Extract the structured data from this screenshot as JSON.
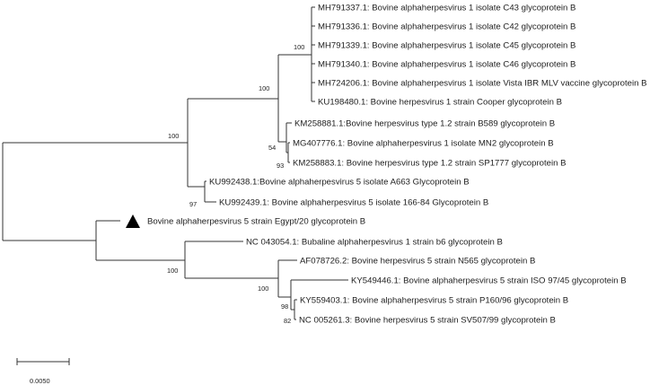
{
  "colors": {
    "branch": "#333333",
    "marker": "#000000"
  },
  "taxa": [
    "MH791337.1: Bovine alphaherpesvirus 1 isolate C43 glycoprotein B",
    "MH791336.1: Bovine alphaherpesvirus 1 isolate C42 glycoprotein B",
    "MH791339.1: Bovine alphaherpesvirus 1 isolate C45 glycoprotein B",
    "MH791340.1: Bovine alphaherpesvirus 1 isolate C46 glycoprotein B",
    "MH724206.1: Bovine alphaherpesvirus 1 isolate Vista IBR MLV vaccine glycoprotein B",
    "KU198480.1: Bovine herpesvirus 1 strain Cooper glycoprotein B",
    "KM258881.1:Bovine herpesvirus type 1.2 strain B589 glycoprotein B",
    "MG407776.1: Bovine alphaherpesvirus 1 isolate MN2 glycoprotein B",
    "KM258883.1: Bovine herpesvirus type 1.2 strain SP1777 glycoprotein B",
    "KU992438.1:Bovine alphaherpesvirus 5 isolate A663 Glycoprotein B",
    "KU992439.1: Bovine alphaherpesvirus 5 isolate 166-84 Glycoprotein B",
    "Bovine alphaherpesvirus 5 strain Egypt/20 glycoprotein B",
    "NC 043054.1: Bubaline alphaherpesvirus 1 strain b6 glycoprotein B",
    "AF078726.2: Bovine herpesvirus 5 strain N565 glycoprotein B",
    "KY549446.1: Bovine alphaherpesvirus 5 strain ISO 97/45 glycoprotein B",
    "KY559403.1: Bovine alphaherpesvirus 5 strain P160/96 glycoprotein B",
    "NC 005261.3: Bovine herpesvirus 5 strain SV507/99 glycoprotein B"
  ],
  "bootstrap": {
    "root_upper": "100",
    "bhv1_clade": "100",
    "bhv1_group1": "100",
    "bhv1_group2": "54",
    "bhv1_subgroup": "93",
    "bhv5_ku": "97",
    "lower_inner": "100",
    "bhv5_group": "100",
    "bhv5_inner": "98",
    "bhv5_terminal": "82"
  },
  "query_marker": "triangle",
  "scale_bar": {
    "label": "0.0050"
  }
}
